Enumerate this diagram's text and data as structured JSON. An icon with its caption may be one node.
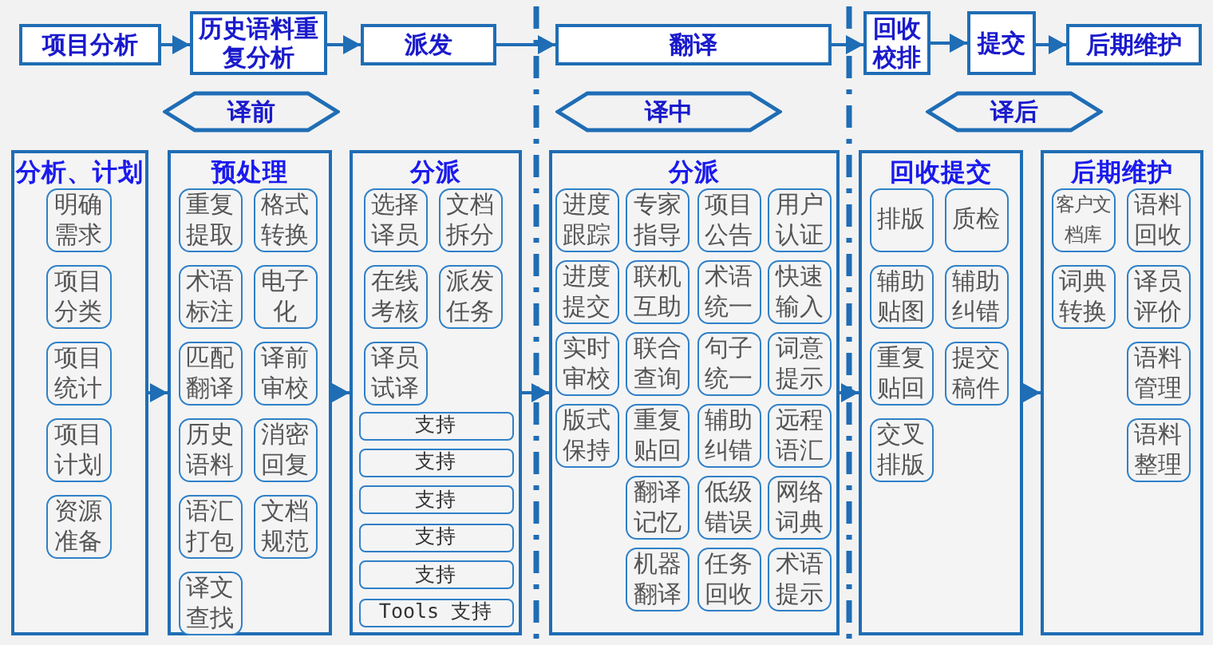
{
  "diagram": {
    "nodes": [
      {
        "text": [
          "项目分析"
        ]
      },
      {
        "text": [
          "历史语料重复分析"
        ]
      },
      {
        "text": [
          "派发"
        ]
      },
      {
        "text": [
          "翻译"
        ]
      },
      {
        "text": [
          "回收校排"
        ]
      },
      {
        "text": [
          "提交"
        ]
      },
      {
        "text": [
          "后期维护"
        ]
      },
      {
        "text": [
          "译前"
        ]
      },
      {
        "text": [
          "译中"
        ]
      },
      {
        "text": [
          "译后"
        ]
      },
      {
        "text": [
          "分析、计划"
        ]
      },
      {
        "text": [
          "明确需求"
        ],
        "in": 10
      },
      {
        "text": [
          "项目分类"
        ],
        "in": 10
      },
      {
        "text": [
          "项目统计"
        ],
        "in": 10
      },
      {
        "text": [
          "项目计划"
        ],
        "in": 10
      },
      {
        "text": [
          "资源准备"
        ],
        "in": 10
      },
      {
        "text": [
          "预处理"
        ]
      },
      {
        "text": [
          "重复提取"
        ],
        "in": 16
      },
      {
        "text": [
          "格式转换"
        ],
        "in": 16
      },
      {
        "text": [
          "术语标注"
        ],
        "in": 16
      },
      {
        "text": [
          "电子化"
        ],
        "in": 16
      },
      {
        "text": [
          "匹配翻译"
        ],
        "in": 16
      },
      {
        "text": [
          "译前审校"
        ],
        "in": 16
      },
      {
        "text": [
          "历史语料"
        ],
        "in": 16
      },
      {
        "text": [
          "消密回复"
        ],
        "in": 16
      },
      {
        "text": [
          "语汇打包"
        ],
        "in": 16
      },
      {
        "text": [
          "文档规范"
        ],
        "in": 16
      },
      {
        "text": [
          "译文查找"
        ],
        "in": 16
      },
      {
        "text": [
          "分派"
        ]
      },
      {
        "text": [
          "选择译员"
        ],
        "in": 28
      },
      {
        "text": [
          "文档拆分"
        ],
        "in": 28
      },
      {
        "text": [
          "在线考核"
        ],
        "in": 28
      },
      {
        "text": [
          "派发任务"
        ],
        "in": 28
      },
      {
        "text": [
          "译员试译"
        ],
        "in": 28
      },
      {
        "text": [
          "支持"
        ],
        "in": 28
      },
      {
        "text": [
          "支持"
        ],
        "in": 28
      },
      {
        "text": [
          "支持"
        ],
        "in": 28
      },
      {
        "text": [
          "支持"
        ],
        "in": 28
      },
      {
        "text": [
          "支持"
        ],
        "in": 28
      },
      {
        "text": [
          "Tools 支持"
        ],
        "in": 28
      },
      {
        "text": [
          "分派"
        ]
      },
      {
        "text": [
          "进度跟踪"
        ],
        "in": 40
      },
      {
        "text": [
          "专家指导"
        ],
        "in": 40
      },
      {
        "text": [
          "项目公告"
        ],
        "in": 40
      },
      {
        "text": [
          "用户认证"
        ],
        "in": 40
      },
      {
        "text": [
          "进度提交"
        ],
        "in": 40
      },
      {
        "text": [
          "联机互助"
        ],
        "in": 40
      },
      {
        "text": [
          "术语统一"
        ],
        "in": 40
      },
      {
        "text": [
          "快速输入"
        ],
        "in": 40
      },
      {
        "text": [
          "实时审校"
        ],
        "in": 40
      },
      {
        "text": [
          "联合查询"
        ],
        "in": 40
      },
      {
        "text": [
          "句子统一"
        ],
        "in": 40
      },
      {
        "text": [
          "词意提示"
        ],
        "in": 40
      },
      {
        "text": [
          "版式保持"
        ],
        "in": 40
      },
      {
        "text": [
          "重复贴回"
        ],
        "in": 40
      },
      {
        "text": [
          "辅助纠错"
        ],
        "in": 40
      },
      {
        "text": [
          "远程语汇"
        ],
        "in": 40
      },
      {
        "text": [
          "翻译记忆"
        ],
        "in": 40
      },
      {
        "text": [
          "低级错误"
        ],
        "in": 40
      },
      {
        "text": [
          "网络词典"
        ],
        "in": 40
      },
      {
        "text": [
          "机器翻译"
        ],
        "in": 40
      },
      {
        "text": [
          "任务回收"
        ],
        "in": 40
      },
      {
        "text": [
          "术语提示"
        ],
        "in": 40
      },
      {
        "text": [
          "回收提交"
        ]
      },
      {
        "text": [
          "排版"
        ],
        "in": 63
      },
      {
        "text": [
          "质检"
        ],
        "in": 63
      },
      {
        "text": [
          "辅助贴图"
        ],
        "in": 63
      },
      {
        "text": [
          "辅助纠错"
        ],
        "in": 63
      },
      {
        "text": [
          "重复贴回"
        ],
        "in": 63
      },
      {
        "text": [
          "提交稿件"
        ],
        "in": 63
      },
      {
        "text": [
          "交叉排版"
        ],
        "in": 63
      },
      {
        "text": [
          "后期维护"
        ]
      },
      {
        "text": [
          "客户文档库"
        ],
        "in": 71
      },
      {
        "text": [
          "语料回收"
        ],
        "in": 71
      },
      {
        "text": [
          "词典转换"
        ],
        "in": 71
      },
      {
        "text": [
          "译员评价"
        ],
        "in": 71
      },
      {
        "text": [
          "语料管理"
        ],
        "in": 71
      },
      {
        "text": [
          "语料整理"
        ],
        "in": 71
      }
    ],
    "edges": [
      {
        "from": 0,
        "to": 1,
        "arrow": "to"
      },
      {
        "from": 1,
        "to": 2,
        "arrow": "to"
      },
      {
        "from": 2,
        "to": 3,
        "arrow": "to"
      },
      {
        "from": 3,
        "to": 4,
        "arrow": "to"
      },
      {
        "from": 4,
        "to": 5,
        "arrow": "to"
      },
      {
        "from": 5,
        "to": 6,
        "arrow": "to"
      },
      {
        "from": 10,
        "to": 16,
        "arrow": "to"
      },
      {
        "from": 16,
        "to": 28,
        "arrow": "to"
      },
      {
        "from": 28,
        "to": 40,
        "arrow": "to"
      },
      {
        "from": 40,
        "to": 63,
        "arrow": "to"
      },
      {
        "from": 63,
        "to": 71,
        "arrow": "to"
      }
    ]
  }
}
